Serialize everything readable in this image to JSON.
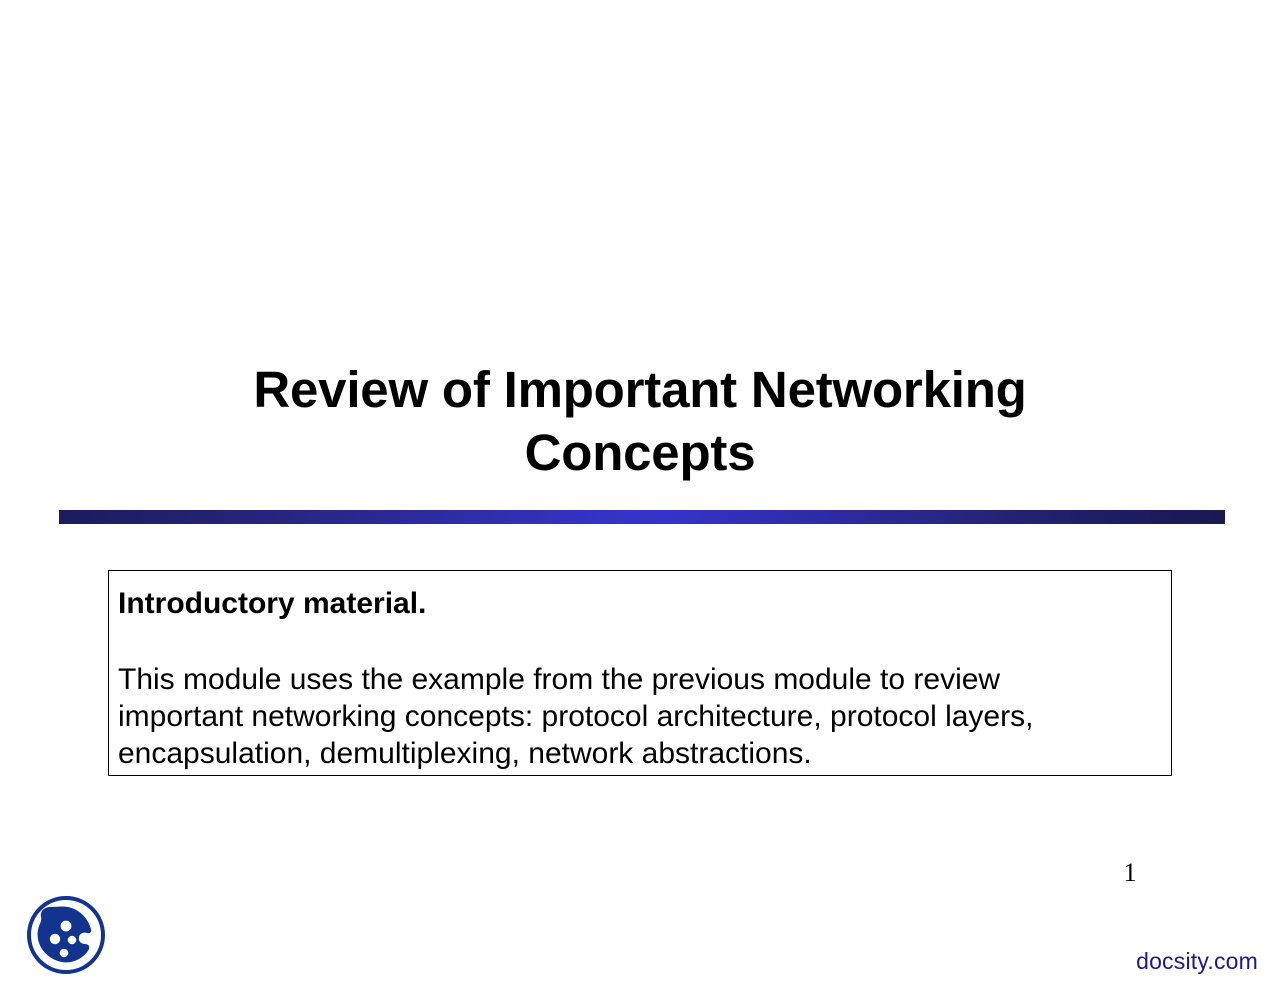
{
  "slide": {
    "title_lines": [
      "Review of Important Networking",
      "Concepts"
    ],
    "page_number": "1"
  },
  "body_box": {
    "heading": "Introductory material.",
    "paragraph_lines": [
      "This module uses the example from the previous module to review",
      "important networking concepts: protocol architecture, protocol layers,",
      "encapsulation, demultiplexing, network abstractions."
    ]
  },
  "footer": {
    "brand_text": "docsity.com",
    "logo_icon": "docsity-cookie-logo-icon"
  },
  "colors": {
    "background": "#ffffff",
    "text": "#000000",
    "brand_navy": "#1a1a8c",
    "bar_edge": "#1b1b5e",
    "bar_center": "#3434cb",
    "box_border": "#000000"
  }
}
